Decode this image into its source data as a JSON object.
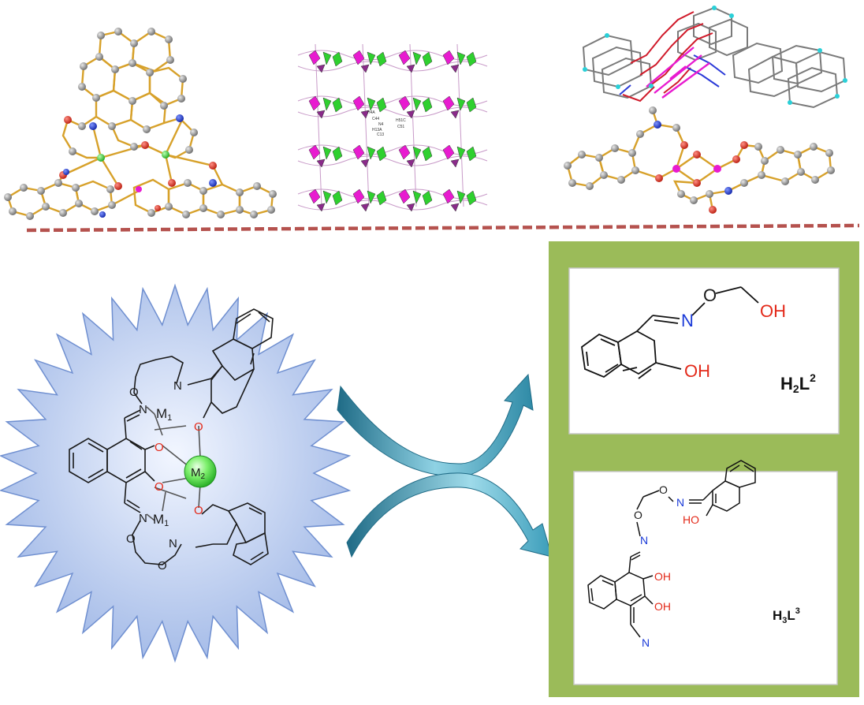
{
  "colors": {
    "divider": "#b5524e",
    "panel_green": "#9bbb59",
    "star_fill_light": "#f2f6ff",
    "star_fill_dark": "#9fb7e6",
    "star_stroke": "#6f8fd0",
    "arrow_teal": "#2f8aa6",
    "metal_green": "#2fd02f",
    "oxygen": "#e32a1a",
    "nitrogen": "#1a3ad8",
    "bond_gold": "#d7a12a",
    "carbon_grey": "#8a8a8a",
    "magenta": "#e81bd0"
  },
  "complex": {
    "atom_O": "O",
    "atom_N": "N",
    "metal_1_symbol": "M",
    "metal_1_sub": "1",
    "metal_2_symbol": "M",
    "metal_2_sub": "2"
  },
  "ligand_2": {
    "label_main": "H",
    "label_sub": "2",
    "label_L": "L",
    "label_sup": "2",
    "atom_O": "O",
    "atom_N": "N",
    "group_OH_top": "OH",
    "group_OH_ring": "OH"
  },
  "ligand_3": {
    "label_main": "H",
    "label_sub": "3",
    "label_L": "L",
    "label_sup": "3",
    "atom_O": "O",
    "atom_N": "N",
    "group_HO": "HO",
    "group_OH_1": "OH",
    "group_OH_2": "OH"
  },
  "crystal_labels": [
    "H4A",
    "C44",
    "N4",
    "H13A",
    "C13",
    "H51C",
    "C51"
  ]
}
